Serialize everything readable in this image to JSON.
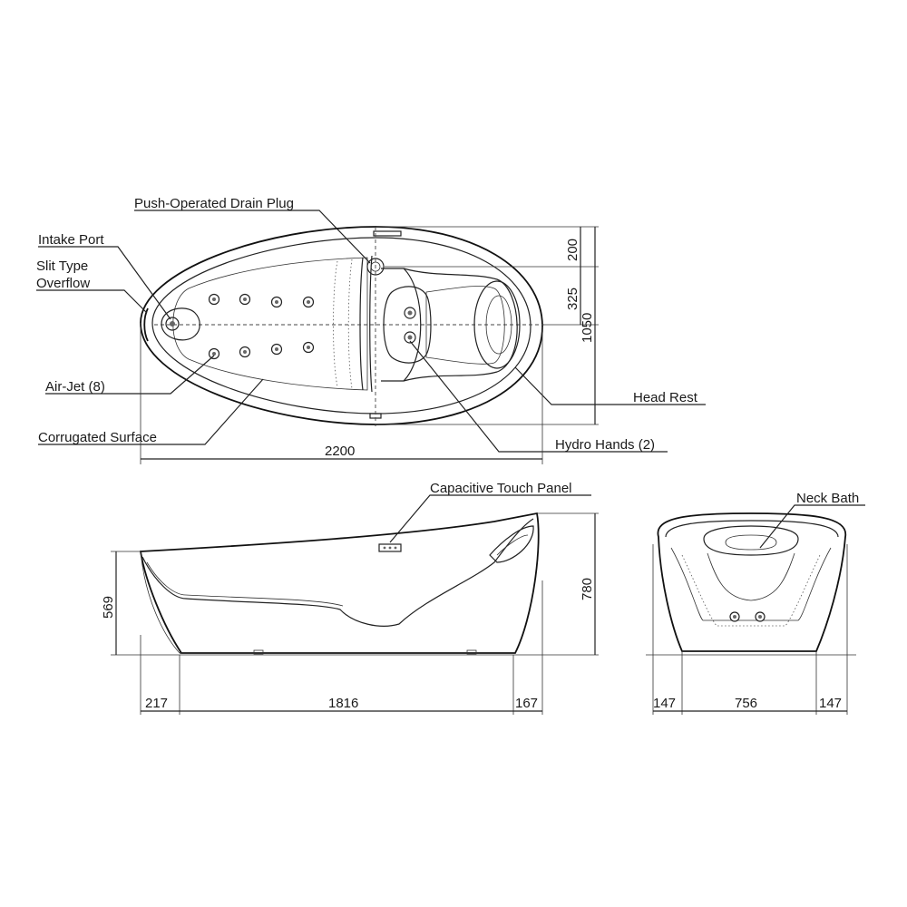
{
  "labels": {
    "push_drain": "Push-Operated Drain Plug",
    "intake_port": "Intake Port",
    "slit_overflow_1": "Slit Type",
    "slit_overflow_2": "Overflow",
    "air_jet": "Air-Jet (8)",
    "corrugated": "Corrugated Surface",
    "head_rest": "Head Rest",
    "hydro_hands": "Hydro Hands (2)",
    "capacitive": "Capacitive Touch Panel",
    "neck_bath": "Neck Bath"
  },
  "dimensions": {
    "top_200": "200",
    "top_325": "325",
    "top_1050": "1050",
    "top_2200": "2200",
    "side_569": "569",
    "side_780": "780",
    "side_217": "217",
    "side_1816": "1816",
    "side_167": "167",
    "end_147_left": "147",
    "end_756": "756",
    "end_147_right": "147"
  }
}
